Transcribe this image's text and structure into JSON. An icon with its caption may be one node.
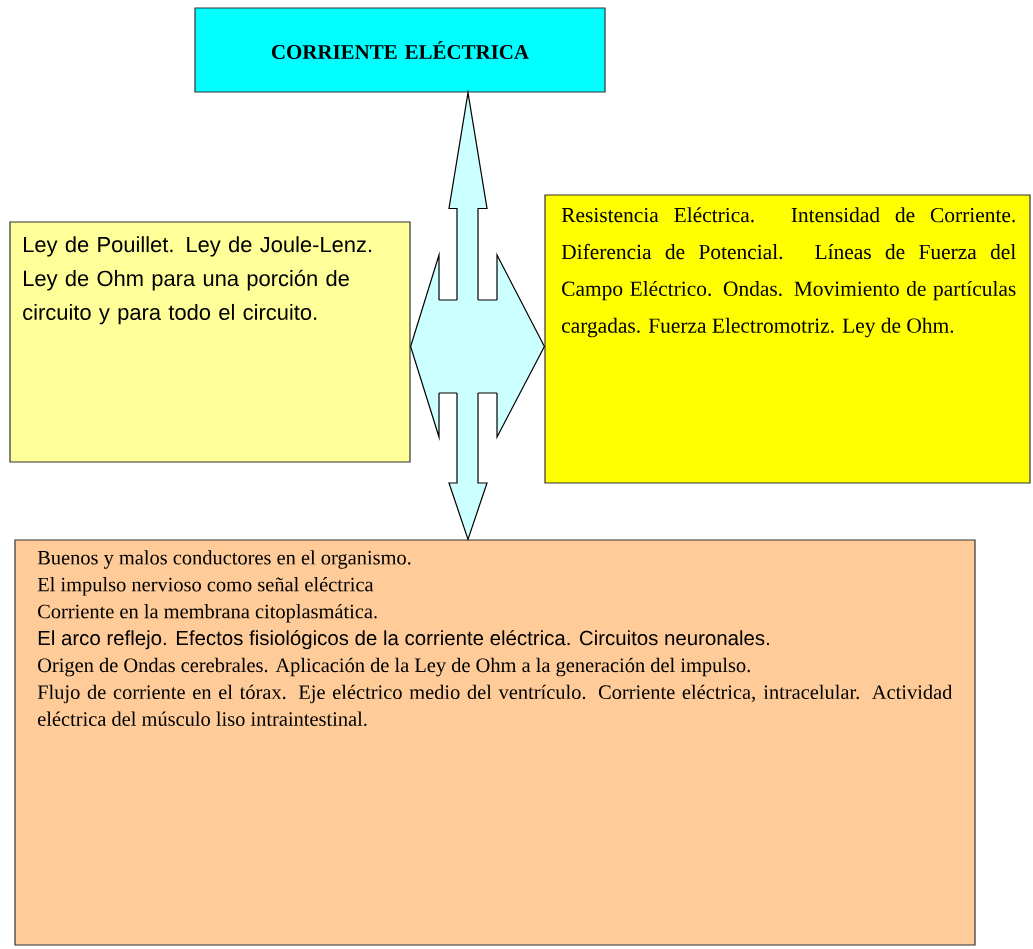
{
  "diagram": {
    "nodes": [
      {
        "text": [
          "CORRIENTE ELÉCTRICA"
        ]
      },
      {
        "text": [
          "Ley de Pouillet. Ley de Joule-Lenz. Ley de Ohm para una porción de circuito y para todo el circuito."
        ]
      },
      {
        "text": [
          "Resistencia Eléctrica. Intensidad de Corriente. Diferencia de Potencial. Líneas de Fuerza del Campo Eléctrico. Ondas. Movimiento de partículas cargadas. Fuerza Electromotriz. Ley de Ohm."
        ]
      },
      {
        "text": [
          "Buenos y malos conductores en el organismo.",
          "El impulso nervioso como señal eléctrica",
          "Corriente en la membrana citoplasmática.",
          "El arco reflejo. Efectos fisiológicos de la corriente eléctrica. Circuitos neuronales.",
          "Origen de Ondas cerebrales. Aplicación de la Ley de Ohm a la generación del impulso.",
          "Flujo de corriente en el tórax. Eje eléctrico medio del ventrículo. Corriente eléctrica, intracelular. Actividad eléctrica del músculo liso intraintestinal."
        ]
      },
      {
        "text": [],
        "shape": "box"
      }
    ],
    "edges": [
      {
        "from": 4,
        "to": 0,
        "arrow": "to"
      },
      {
        "from": 4,
        "to": 1,
        "arrow": "to"
      },
      {
        "from": 4,
        "to": 2,
        "arrow": "to"
      },
      {
        "from": 4,
        "to": 3,
        "arrow": "to"
      }
    ]
  }
}
